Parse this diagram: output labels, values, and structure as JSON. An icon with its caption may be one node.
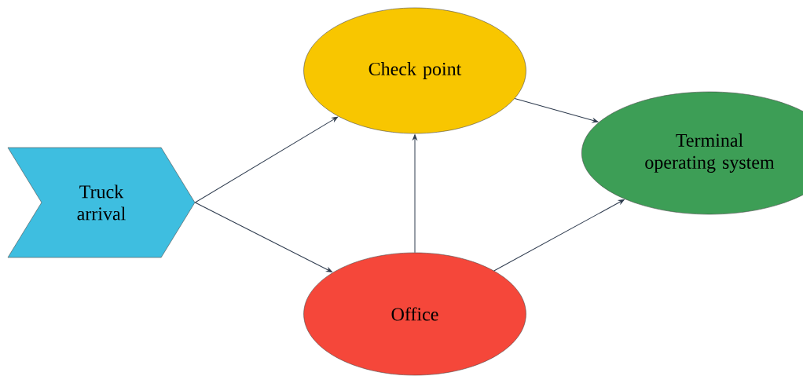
{
  "diagram": {
    "nodes": [
      {
        "text": [
          "Truck arrival"
        ]
      },
      {
        "text": [
          "Check point"
        ]
      },
      {
        "text": [
          "Office"
        ]
      },
      {
        "text": [
          "Terminal operating system"
        ]
      }
    ],
    "edges": [
      {
        "from": 0,
        "to": 1,
        "arrow": "to"
      },
      {
        "from": 0,
        "to": 2,
        "arrow": "to"
      },
      {
        "from": 2,
        "to": 1,
        "arrow": "to"
      },
      {
        "from": 1,
        "to": 3,
        "arrow": "to"
      },
      {
        "from": 2,
        "to": 3,
        "arrow": "to"
      }
    ]
  }
}
